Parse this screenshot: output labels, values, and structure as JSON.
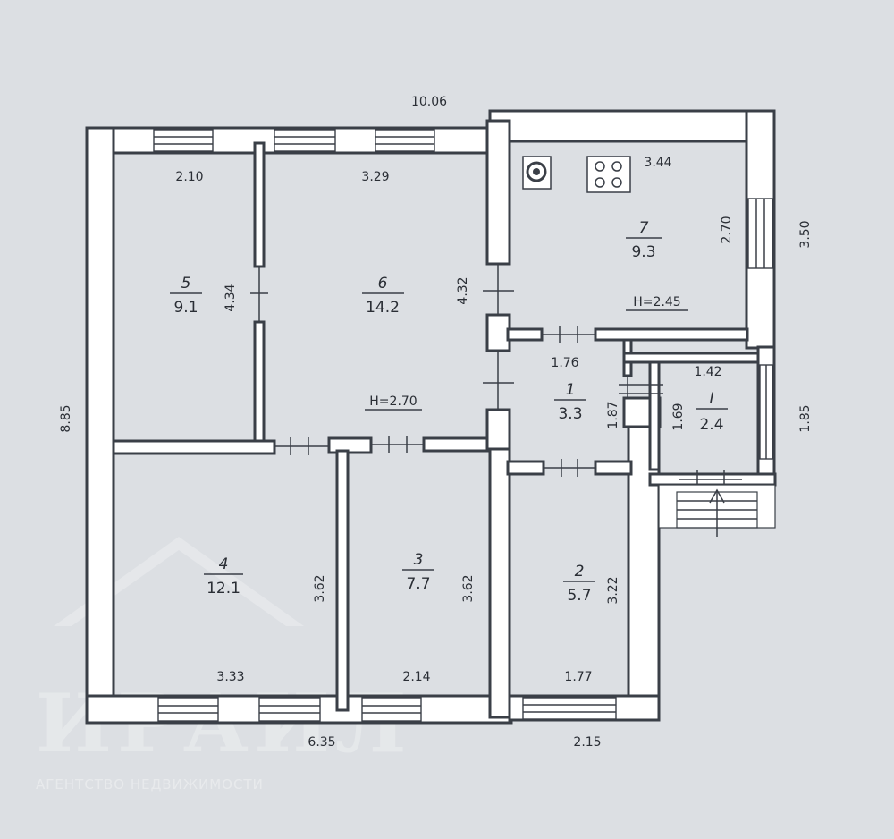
{
  "dimensions": {
    "top_total": "10.06",
    "left_total": "8.85",
    "bottom_left": "6.35",
    "bottom_right": "2.15",
    "right_upper": "3.50",
    "right_lower": "1.85"
  },
  "rooms": [
    {
      "id": "5",
      "number": "5",
      "area": "9.1",
      "width": "2.10",
      "length": "4.34"
    },
    {
      "id": "6",
      "number": "6",
      "area": "14.2",
      "width": "3.29",
      "length": "4.32",
      "height": "H=2.70"
    },
    {
      "id": "7",
      "number": "7",
      "area": "9.3",
      "width": "3.44",
      "length": "2.70",
      "height": "H=2.45"
    },
    {
      "id": "1a",
      "number": "1",
      "area": "3.3",
      "width": "1.76",
      "length": "1.87"
    },
    {
      "id": "1b",
      "number": "I",
      "area": "2.4",
      "width": "1.42",
      "length": "1.69"
    },
    {
      "id": "4",
      "number": "4",
      "area": "12.1",
      "width": "3.33",
      "length": "3.62"
    },
    {
      "id": "3",
      "number": "3",
      "area": "7.7",
      "width": "2.14",
      "length": "3.62"
    },
    {
      "id": "2",
      "number": "2",
      "area": "5.7",
      "width": "1.77",
      "length": "3.22"
    }
  ],
  "icons": {
    "stove": "stove-icon",
    "cooktop": "cooktop-icon",
    "entrance": "entrance-arrow-icon"
  },
  "watermark": {
    "logo_text": "ИРАИЛ",
    "tagline": "АГЕНТСТВО НЕДВИЖИМОСТИ"
  },
  "colors": {
    "background": "#dcdfe3",
    "lines": "#3a3f47",
    "fill": "#ffffff"
  }
}
